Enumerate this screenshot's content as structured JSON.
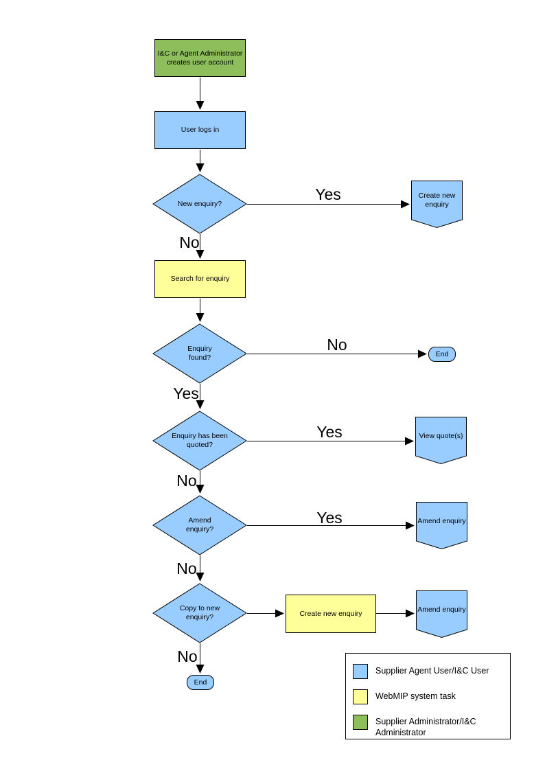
{
  "colors": {
    "user_shape": "#99CCFF",
    "system_task_shape": "#FFFF99",
    "admin_shape": "#8DBE5B",
    "outline": "#000000"
  },
  "flowchart": {
    "nodes": {
      "create_account": "I&C or Agent Administrator creates user account",
      "user_logs_in": "User logs in",
      "new_enquiry": "New enquiry?",
      "create_new_enquiry_action": "Create new enquiry",
      "search_for_enquiry": "Search for enquiry",
      "enquiry_found": "Enquiry found?",
      "end_right": "End",
      "enquiry_quoted": "Enquiry has been quoted?",
      "view_quotes": "View quote(s)",
      "amend_enquiry_q": "Amend enquiry?",
      "amend_enquiry_action_1": "Amend enquiry",
      "copy_to_new_enquiry": "Copy to new enquiry?",
      "create_new_enquiry_task": "Create new enquiry",
      "amend_enquiry_action_2": "Amend enquiry",
      "end_bottom": "End"
    },
    "edge_labels": {
      "new_enquiry_yes": "Yes",
      "new_enquiry_no": "No",
      "enquiry_found_no": "No",
      "enquiry_found_yes": "Yes",
      "enquiry_quoted_yes": "Yes",
      "enquiry_quoted_no": "No",
      "amend_enquiry_yes": "Yes",
      "amend_enquiry_no": "No",
      "copy_to_new_no": "No"
    }
  },
  "legend": {
    "items": [
      {
        "label": "Supplier Agent User/I&C User",
        "color": "#99CCFF"
      },
      {
        "label": "WebMIP system task",
        "color": "#FFFF99"
      },
      {
        "label": "Supplier Administrator/I&C Administrator",
        "color": "#8DBE5B"
      }
    ]
  }
}
